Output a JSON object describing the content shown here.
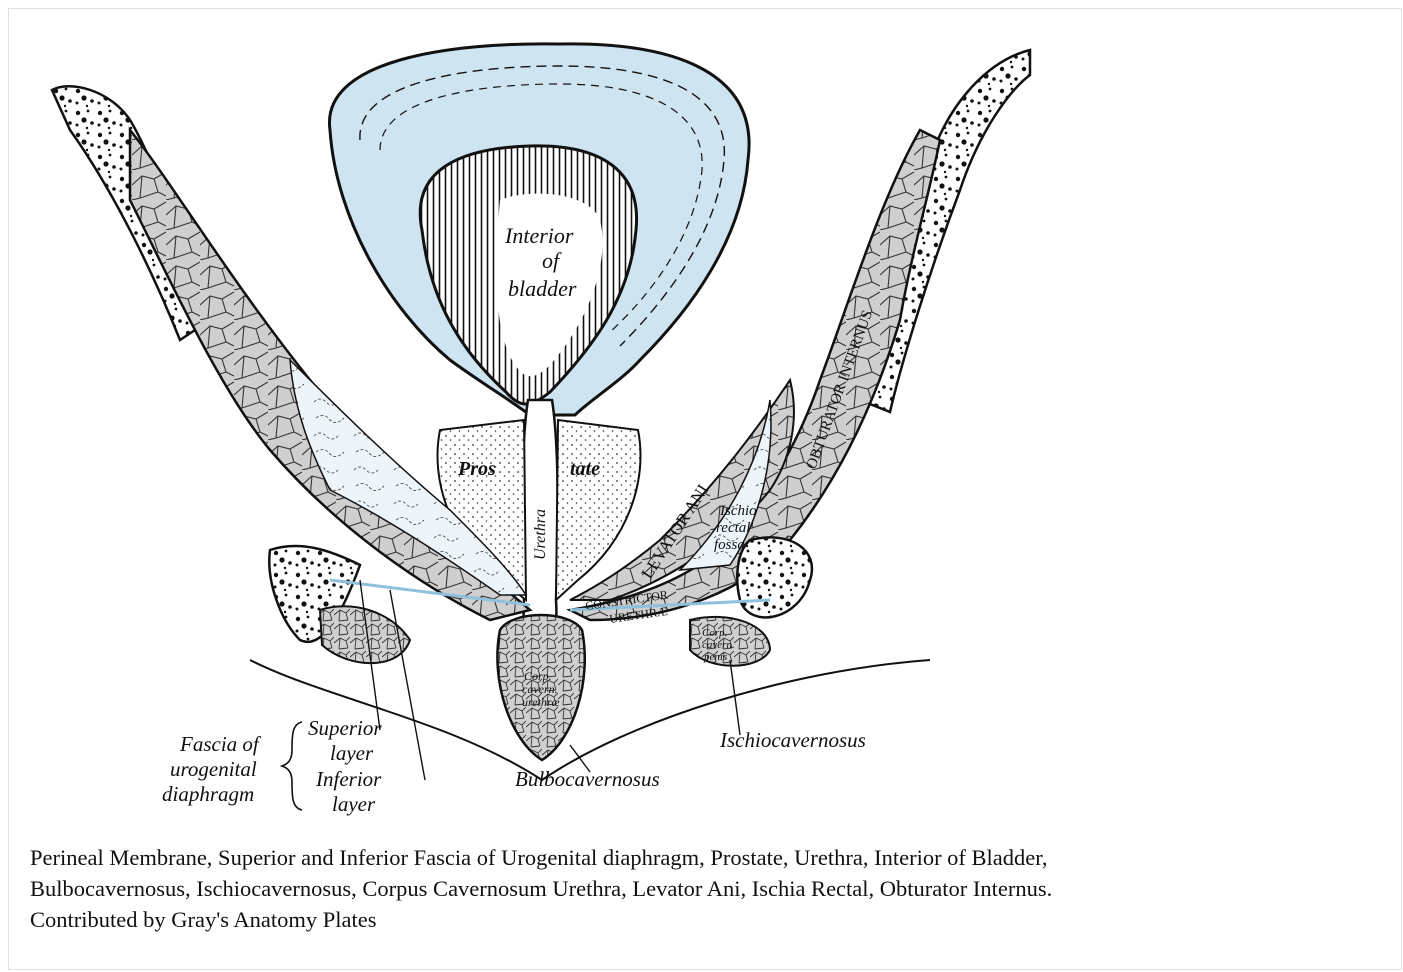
{
  "labels": {
    "interior": "Interior",
    "of": "of",
    "bladder": "bladder",
    "pros": "Pros",
    "tate": "tate",
    "urethra": "Urethra",
    "levator_ani": "LEVATOR ANI",
    "obturator_internus": "OBTURATOR INTERNUS",
    "ischio": "Ischio",
    "rectal": "rectal",
    "fossa": "fossa",
    "constrictor": "CONSTRICTOR",
    "urethrae": "URETHRÆ",
    "corp": "Corp.",
    "cavern": "cavern.",
    "urethrae_small": "urethræ",
    "corp_cavern_penis_1": "Corp.",
    "corp_cavern_penis_2": "cavern.",
    "corp_cavern_penis_3": "penis",
    "ischiocavernosus": "Ischiocavernosus",
    "bulbocavernosus": "Bulbocavernosus",
    "fascia_1": "Fascia of",
    "fascia_2": "urogenital",
    "fascia_3": "diaphragm",
    "superior_1": "Superior",
    "superior_2": "layer",
    "inferior_1": "Inferior",
    "inferior_2": "layer"
  },
  "caption": {
    "line1": "Perineal Membrane, Superior and Inferior Fascia of Urogenital diaphragm, Prostate, Urethra, Interior of Bladder,",
    "line2": "Bulbocavernosus, Ischiocavernosus, Corpus Cavernosum Urethra, Levator Ani, Ischia Rectal, Obturator Internus.",
    "line3": "Contributed by Gray's Anatomy Plates"
  },
  "colors": {
    "fascia_blue": "#cfe4f1",
    "fascia_line": "#8fc0dc",
    "muscle_fill": "#c9c9c9",
    "ink": "#111111"
  }
}
